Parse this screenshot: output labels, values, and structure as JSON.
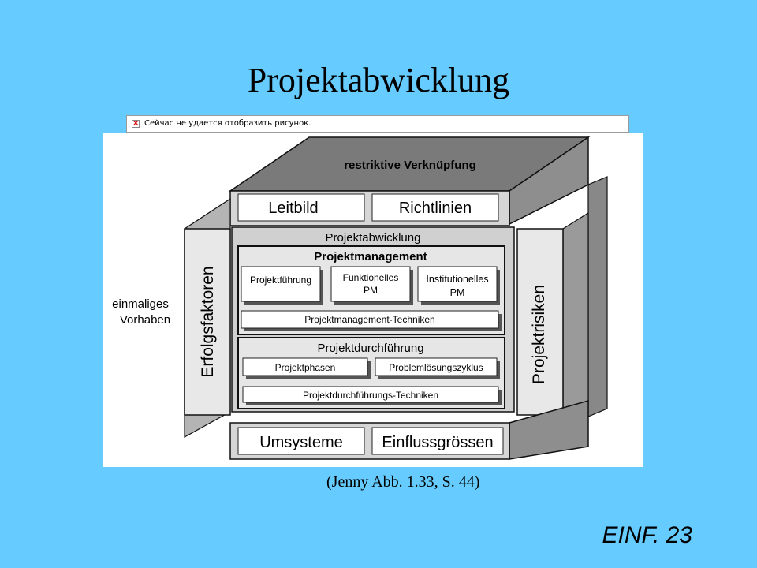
{
  "slide": {
    "title": "Projektabwicklung",
    "caption": "(Jenny Abb. 1.33, S. 44)",
    "slide_number": "EINF. 23"
  },
  "broken_image": {
    "icon": "broken-image-icon",
    "message": "Сейчас не удается отобразить рисунок."
  },
  "diagram": {
    "top_face_label": "restriktive Verknüpfung",
    "top_boxes": [
      "Leitbild",
      "Richtlinien"
    ],
    "left_side_label": "Erfolgsfaktoren",
    "left_note": [
      "einmaliges",
      "Vorhaben"
    ],
    "right_side_label": "Projektrisiken",
    "center_title": "Projektabwicklung",
    "management": {
      "title": "Projektmanagement",
      "boxes": [
        "Projektführung",
        "Funktionelles",
        "PM",
        "Institutionelles",
        "PM"
      ],
      "techniques": "Projektmanagement-Techniken"
    },
    "execution": {
      "title": "Projektdurchführung",
      "boxes": [
        "Projektphasen",
        "Problemlösungszyklus"
      ],
      "techniques": "Projektdurchführungs-Techniken"
    },
    "bottom_boxes": [
      "Umsysteme",
      "Einflussgrössen"
    ]
  }
}
